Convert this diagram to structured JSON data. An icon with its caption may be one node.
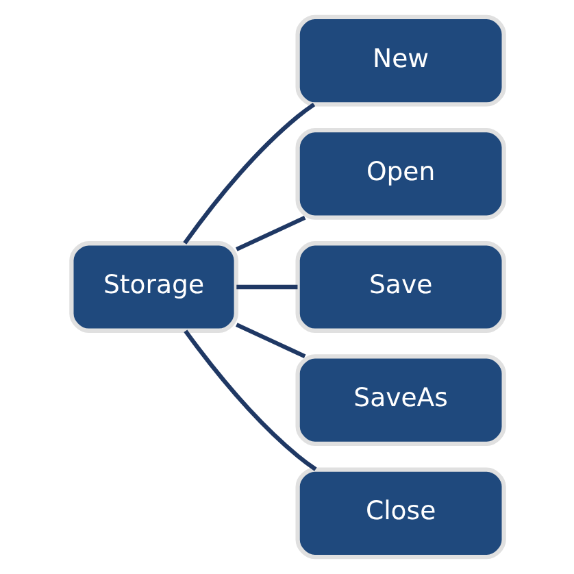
{
  "diagram": {
    "nodes": [
      {
        "text": [
          "Storage"
        ]
      },
      {
        "text": [
          "New"
        ]
      },
      {
        "text": [
          "Open"
        ]
      },
      {
        "text": [
          "Save"
        ]
      },
      {
        "text": [
          "SaveAs"
        ]
      },
      {
        "text": [
          "Close"
        ]
      }
    ],
    "edges": [
      {
        "from": 0,
        "to": 1,
        "arrow": "none"
      },
      {
        "from": 0,
        "to": 2,
        "arrow": "none"
      },
      {
        "from": 0,
        "to": 3,
        "arrow": "none"
      },
      {
        "from": 0,
        "to": 4,
        "arrow": "none"
      },
      {
        "from": 0,
        "to": 5,
        "arrow": "none"
      }
    ]
  }
}
